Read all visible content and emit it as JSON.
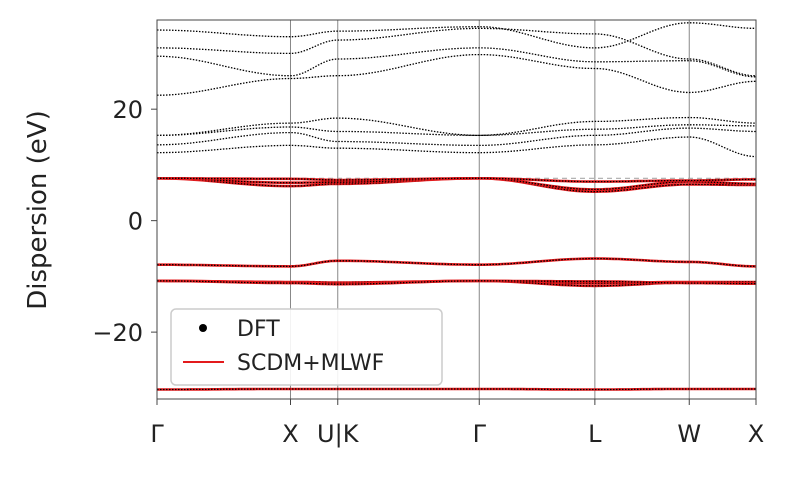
{
  "chart_data": {
    "type": "line",
    "title": "",
    "xlabel": "",
    "ylabel": "Dispersion (eV)",
    "ylim": [
      -32,
      36
    ],
    "yticks": [
      20,
      0,
      -20
    ],
    "ytick_labels": [
      "20",
      "0",
      "−20"
    ],
    "kpath": [
      {
        "label": "Γ",
        "pos": 0.0
      },
      {
        "label": "X",
        "pos": 1.0
      },
      {
        "label": "U|K",
        "pos": 1.354
      },
      {
        "label": "Γ",
        "pos": 2.414
      },
      {
        "label": "L",
        "pos": 3.28
      },
      {
        "label": "W",
        "pos": 3.987
      },
      {
        "label": "X",
        "pos": 4.487
      }
    ],
    "reference_line": {
      "y": 7.6,
      "style": "dashed",
      "color": "#aaaaaa"
    },
    "grid": "vertical lines at high-symmetry points",
    "legend": {
      "location": "lower-left",
      "entries": [
        {
          "label": "DFT",
          "marker": "dot",
          "color": "#000000"
        },
        {
          "label": "SCDM+MLWF",
          "marker": "line",
          "color": "#e31a1c"
        }
      ]
    },
    "series": [
      {
        "name": "SCDM+MLWF",
        "group": "wannier",
        "values": [
          -30.3,
          -30.2,
          -30.2,
          -30.2,
          -30.3,
          -30.2,
          -30.2
        ]
      },
      {
        "group": "wannier",
        "values": [
          -10.8,
          -11.0,
          -11.1,
          -10.8,
          -11.2,
          -11.0,
          -11.0
        ]
      },
      {
        "group": "wannier",
        "values": [
          -10.8,
          -11.1,
          -11.3,
          -10.8,
          -11.7,
          -11.1,
          -11.3
        ]
      },
      {
        "group": "wannier",
        "values": [
          -10.8,
          -11.2,
          -11.4,
          -10.8,
          -10.9,
          -11.2,
          -11.3
        ]
      },
      {
        "group": "wannier",
        "values": [
          -7.9,
          -8.2,
          -7.2,
          -7.9,
          -6.8,
          -7.4,
          -8.2
        ]
      },
      {
        "group": "wannier",
        "values": [
          7.6,
          6.2,
          6.6,
          7.6,
          5.2,
          6.5,
          6.4
        ]
      },
      {
        "group": "wannier",
        "values": [
          7.6,
          6.8,
          6.9,
          7.6,
          5.6,
          7.0,
          6.6
        ]
      },
      {
        "group": "wannier",
        "values": [
          7.6,
          7.5,
          7.3,
          7.6,
          7.0,
          7.2,
          7.4
        ]
      },
      {
        "group": "conduction",
        "values": [
          12.2,
          13.5,
          13.0,
          12.2,
          13.6,
          15.0,
          11.5
        ]
      },
      {
        "group": "conduction",
        "values": [
          13.6,
          15.8,
          14.2,
          13.5,
          15.3,
          16.6,
          16.0
        ]
      },
      {
        "group": "conduction",
        "values": [
          15.3,
          16.8,
          16.0,
          15.3,
          16.4,
          17.2,
          17.0
        ]
      },
      {
        "group": "conduction",
        "values": [
          15.3,
          17.5,
          18.4,
          15.3,
          17.8,
          18.5,
          17.5
        ]
      },
      {
        "group": "conduction",
        "values": [
          22.5,
          25.5,
          26.0,
          29.8,
          27.3,
          23.0,
          25.0
        ]
      },
      {
        "group": "conduction",
        "values": [
          29.5,
          26.0,
          29.0,
          31.0,
          28.5,
          28.7,
          25.8
        ]
      },
      {
        "group": "conduction",
        "values": [
          31.0,
          30.0,
          32.4,
          34.5,
          33.5,
          29.0,
          26.0
        ]
      },
      {
        "group": "conduction",
        "values": [
          34.2,
          33.0,
          34.0,
          34.8,
          31.0,
          35.5,
          34.5
        ]
      }
    ]
  }
}
